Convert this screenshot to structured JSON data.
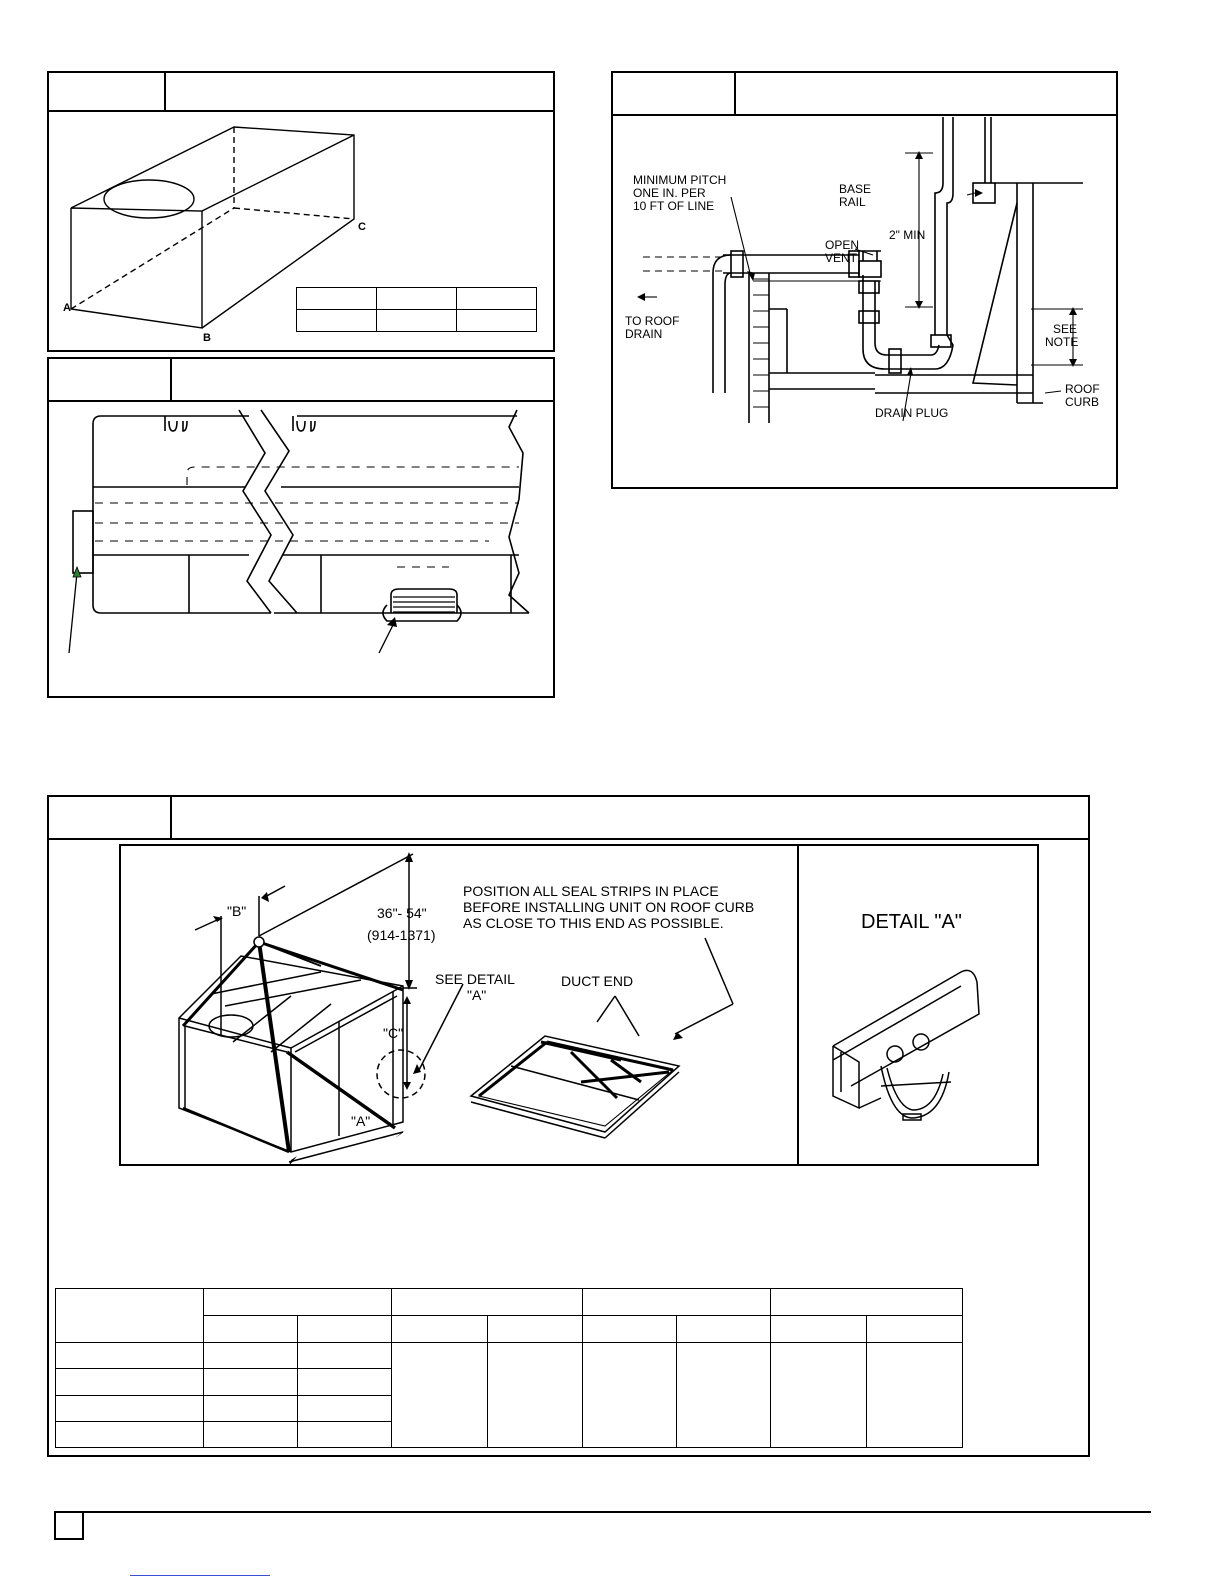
{
  "figure_center_of_gravity": {
    "corner_labels": {
      "a": "A",
      "b": "B",
      "c": "C"
    }
  },
  "figure_condensate_drain": {
    "labels": {
      "minimum_pitch": [
        "MINIMUM PITCH",
        "ONE IN. PER",
        "10 FT  OF LINE"
      ],
      "base_rail": [
        "BASE",
        "RAIL"
      ],
      "min_height": "2\"  MIN",
      "open_vent": [
        "OPEN",
        "VENT"
      ],
      "to_roof_drain": [
        "TO ROOF",
        "DRAIN"
      ],
      "see_note": [
        "SEE",
        "NOTE"
      ],
      "roof_curb": [
        "ROOF",
        "CURB"
      ],
      "drain_plug": "DRAIN PLUG"
    }
  },
  "figure_rigging": {
    "labels": {
      "dim_b": "\"B\"",
      "height_range": "36\"- 54\"",
      "height_range_mm": "(914-1371)",
      "dim_c": "\"C\"",
      "dim_a": "\"A\"",
      "see_detail": [
        "SEE DETAIL",
        "\"A\""
      ],
      "duct_end": "DUCT END",
      "seal_strip_note": [
        "POSITION ALL SEAL STRIPS IN PLACE",
        "BEFORE INSTALLING UNIT ON ROOF CURB",
        "AS CLOSE TO THIS  END AS POSSIBLE."
      ],
      "detail_title": "DETAIL \"A\""
    }
  },
  "colors": {
    "ink": "#000000",
    "marker_a": "#2e7d32",
    "link": "#3a4fd6"
  }
}
